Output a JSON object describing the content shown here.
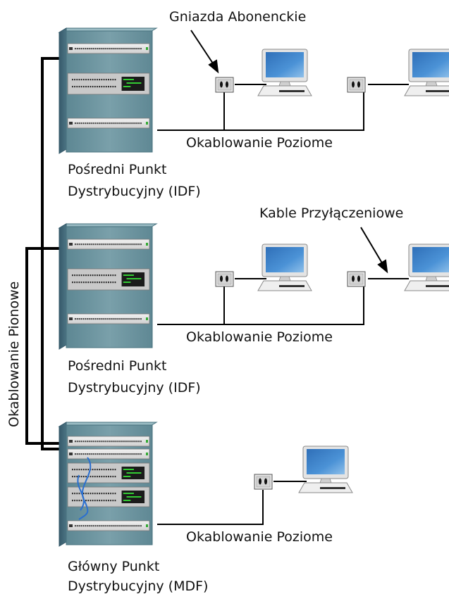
{
  "labels": {
    "outlets_callout": "Gniazda Abonenckie",
    "patch_callout": "Kable Przyłączeniowe",
    "backbone": "Okablowanie Pionowe",
    "horizontal_top": "Okablowanie Poziome",
    "horizontal_mid": "Okablowanie Poziome",
    "horizontal_bottom": "Okablowanie Poziome",
    "idf_top_line1": "Pośredni Punkt",
    "idf_top_line2": "Dystrybucyjny (IDF)",
    "idf_mid_line1": "Pośredni Punkt",
    "idf_mid_line2": "Dystrybucyjny (IDF)",
    "mdf_line1": "Główny Punkt",
    "mdf_line2": "Dystrybucyjny (MDF)"
  },
  "colors": {
    "rack_front": "#6f959f",
    "rack_side": "#3f6470",
    "rack_top": "#8fb0b8",
    "screen": "#3f7fc0",
    "cable": "#000000",
    "patch_blue": "#2a6fd0"
  },
  "icons": [
    "rack-cabinet-icon",
    "computer-icon",
    "wall-outlet-icon",
    "arrow-icon"
  ]
}
